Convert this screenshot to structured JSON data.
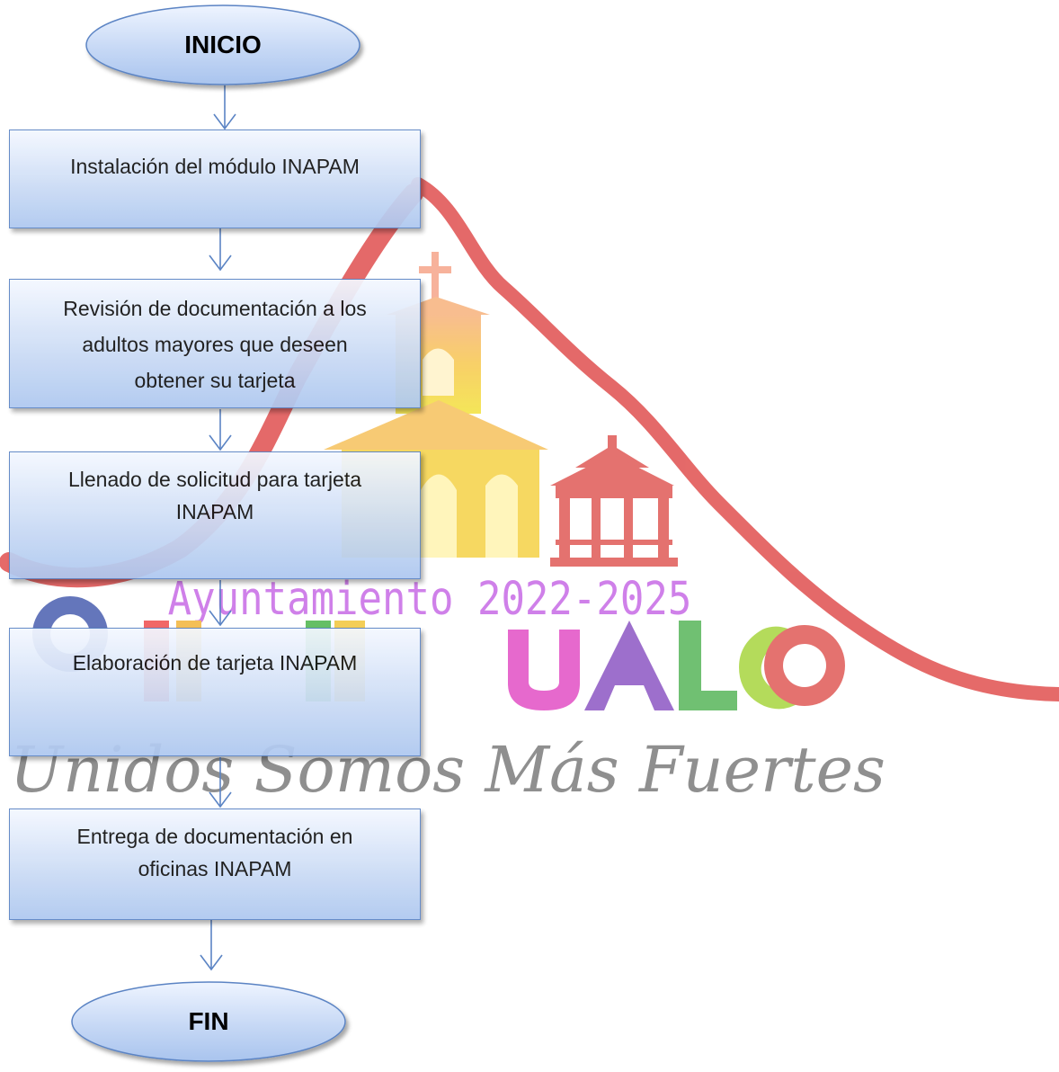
{
  "flowchart": {
    "start_label": "INICIO",
    "end_label": "FIN",
    "steps": [
      {
        "text": "Instalación del módulo INAPAM"
      },
      {
        "text": "Revisión de documentación  a los\nadultos mayores que deseen\nobtener su tarjeta"
      },
      {
        "text": "Llenado de solicitud para tarjeta\nINAPAM"
      },
      {
        "text": "Elaboración de tarjeta INAPAM"
      },
      {
        "text": "Entrega de documentación en\noficinas INAPAM"
      }
    ]
  },
  "watermark": {
    "tagline": "Ayuntamiento 2022-2025",
    "town_letters": "UALCO",
    "motto": "Unidos Somos Más Fuertes"
  },
  "colors": {
    "box_border": "#5b84c4",
    "arrow": "#5b84c4",
    "mountain": "#e0504f",
    "tagline": "#c76ae6"
  }
}
